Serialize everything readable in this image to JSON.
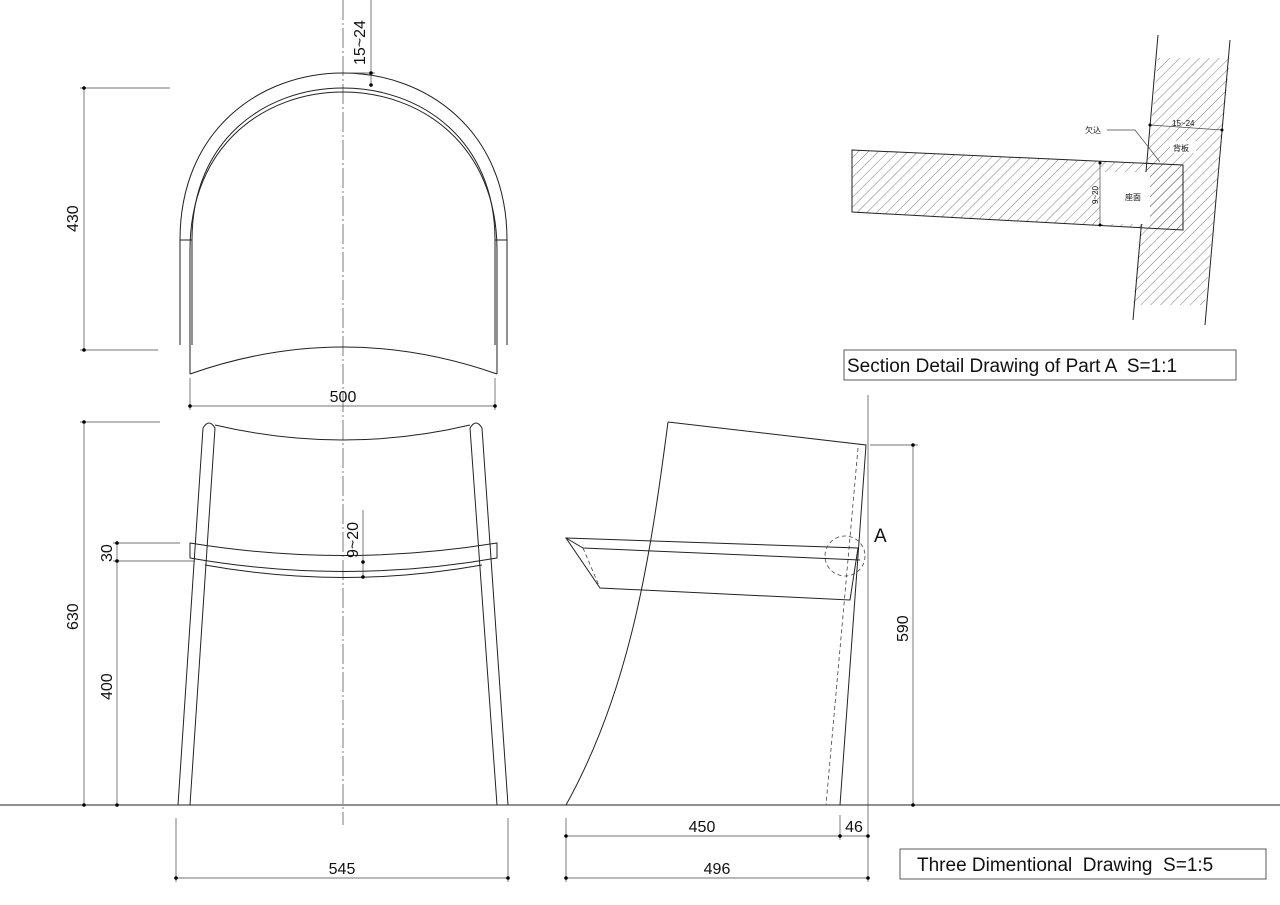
{
  "title_section": "Section Detail Drawing of Part A  S=1:1",
  "title_main": "Three Dimentional  Drawing  S=1:5",
  "detail_label": "A",
  "back_view": {
    "thickness": "15~24",
    "height": "430",
    "width": "500"
  },
  "front_view": {
    "seat_thickness": "9~20",
    "seat_edge": "30",
    "seat_height": "400",
    "total_height": "630",
    "base_width": "545"
  },
  "side_view": {
    "back_height": "590",
    "seat_depth": "450",
    "back_depth": "46",
    "total_depth": "496"
  },
  "section": {
    "notch": "欠込",
    "back_plate": "背板",
    "seat": "座面",
    "back_thickness": "15~24",
    "seat_thickness": "9~20"
  }
}
